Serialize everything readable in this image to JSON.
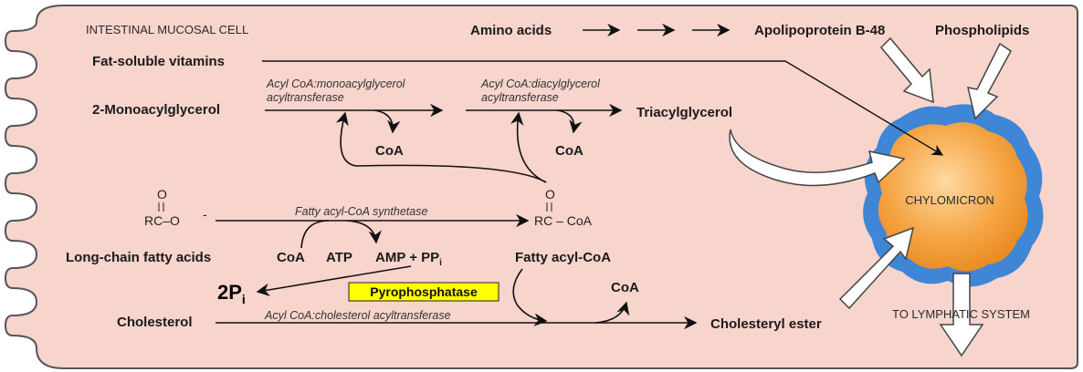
{
  "cell_label": "INTESTINAL MUCOSAL CELL",
  "nodes": {
    "amino_acids": "Amino acids",
    "apolipoprotein": "Apolipoprotein B-48",
    "phospholipids": "Phospholipids",
    "fat_soluble_vitamins": "Fat-soluble vitamins",
    "monoacylglycerol": "2-Monoacylglycerol",
    "triacylglycerol": "Triacylglycerol",
    "coa_1": "CoA",
    "coa_2": "CoA",
    "long_chain_fatty_acids": "Long-chain fatty acids",
    "coa_3": "CoA",
    "atp": "ATP",
    "amp_pp_main": "AMP + PP",
    "amp_pp_sub": "i",
    "fatty_acyl_coa": "Fatty acyl-CoA",
    "two_pi_main": "2P",
    "two_pi_sub": "i",
    "coa_4": "CoA",
    "cholesterol": "Cholesterol",
    "cholesteryl_ester": "Cholesteryl ester",
    "chylomicron": "CHYLOMICRON",
    "lymphatic": "TO LYMPHATIC SYSTEM"
  },
  "enzymes": {
    "mag_line1": "Acyl CoA:monoacylglycerol",
    "mag_line2": "acyltransferase",
    "dag_line1": "Acyl CoA:diacylglycerol",
    "dag_line2": "acyltransferase",
    "synthetase": "Fatty acyl-CoA synthetase",
    "pyrophosphatase": "Pyrophosphatase",
    "acat": "Acyl CoA:cholesterol acyltransferase"
  },
  "structures": {
    "acid_o_top": "O",
    "acid_formula": "RC–O",
    "acid_charge": "-",
    "acyl_o_top": "O",
    "acyl_formula": "RC – CoA"
  },
  "colors": {
    "cell_fill": "#f7d4cc",
    "cell_stroke": "#555555",
    "chylo_core": "#f5a544",
    "chylo_shell": "#3f86d6",
    "highlight": "#ffff00"
  }
}
